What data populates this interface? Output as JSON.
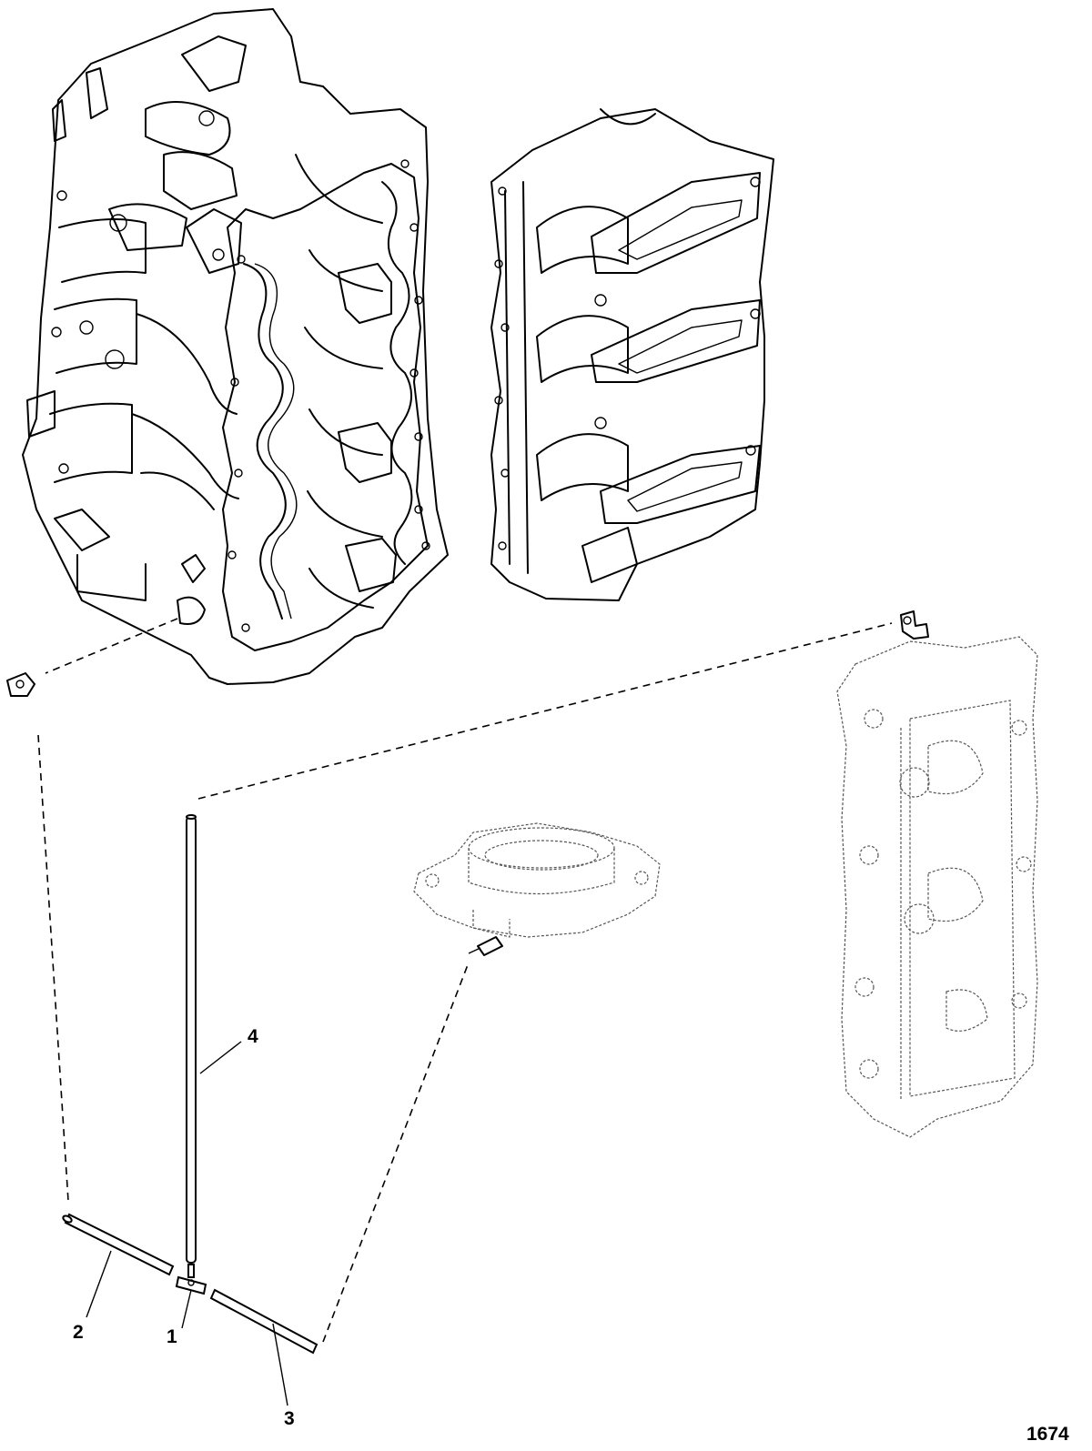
{
  "callouts": {
    "c1": "1",
    "c2": "2",
    "c3": "3",
    "c4": "4"
  },
  "figure_number": "1674",
  "parts": {
    "part1": "tee-fitting",
    "part2": "short-hose",
    "part3": "short-hose",
    "part4": "long-hose"
  }
}
